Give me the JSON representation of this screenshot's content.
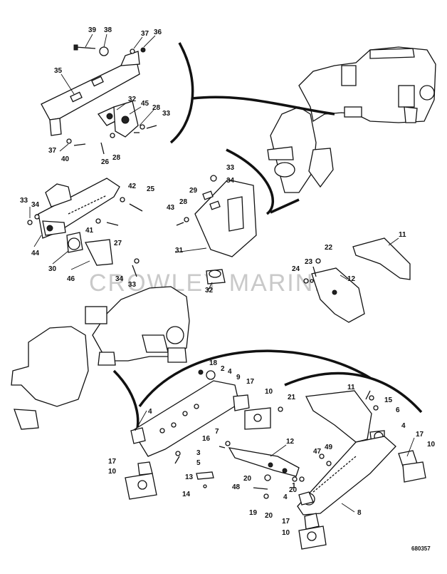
{
  "watermark": "CROWLEY MARINE",
  "figure_number": "680357",
  "callouts": {
    "c39": "39",
    "c38": "38",
    "c37a": "37",
    "c36": "36",
    "c35": "35",
    "c32a": "32",
    "c45": "45",
    "c28a": "28",
    "c33a": "33",
    "c37b": "37",
    "c40": "40",
    "c26": "26",
    "c28b": "28",
    "c33b": "33",
    "c34a": "34",
    "c29": "29",
    "c43": "43",
    "c28c": "28",
    "c31": "31",
    "c32b": "32",
    "c42": "42",
    "c25": "25",
    "c33c": "33",
    "c34b": "34",
    "c41": "41",
    "c27": "27",
    "c44": "44",
    "c30": "30",
    "c46": "46",
    "c34c": "34",
    "c33d": "33",
    "c11a": "11",
    "c22": "22",
    "c23": "23",
    "c24": "24",
    "c12a": "12",
    "c18": "18",
    "c2": "2",
    "c4a": "4",
    "c9": "9",
    "c17a": "17",
    "c10a": "10",
    "c21": "21",
    "c11b": "11",
    "c15": "15",
    "c6": "6",
    "c4b": "4",
    "c4c": "4",
    "c16": "16",
    "c7": "7",
    "c12b": "12",
    "c3": "3",
    "c5": "5",
    "c47": "47",
    "c49": "49",
    "c17b": "17",
    "c10b": "10",
    "c17c": "17",
    "c10c": "10",
    "c13": "13",
    "c14": "14",
    "c20a": "20",
    "c1": "1",
    "c20b": "20",
    "c48": "48",
    "c4d": "4",
    "c8": "8",
    "c19": "19",
    "c20c": "20",
    "c17d": "17",
    "c10d": "10"
  }
}
